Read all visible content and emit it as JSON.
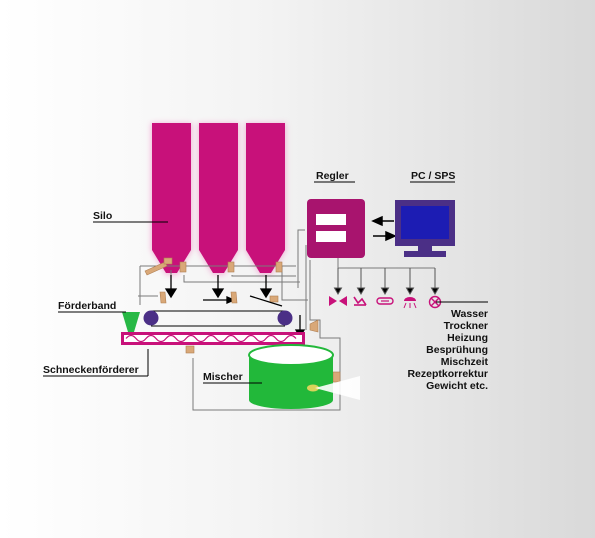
{
  "labels": {
    "silo": "Silo",
    "regler": "Regler",
    "pc": "PC / SPS",
    "foerderband": "Förderband",
    "schnecke": "Schneckenförderer",
    "mischer": "Mischer"
  },
  "outputs": [
    "Wasser",
    "Trockner",
    "Heizung",
    "Besprühung",
    "Mischzeit",
    "Rezeptkorrektur",
    "Gewicht etc."
  ],
  "colors": {
    "silo": "#c8117a",
    "silo_glow": "#f0a6d0",
    "regler": "#a8146e",
    "regler_slot": "#ffffff",
    "monitor_frame": "#4b2f86",
    "monitor_screen": "#1c1cb3",
    "mixer": "#22b83a",
    "mixer_top": "#ffffff",
    "actuator": "#d9a878",
    "conveyor_roller": "#4b2f86",
    "screw_band": "#c8117a",
    "funnel": "#27b845",
    "control_icons": "#c8117a",
    "lines": "#7a7a7a",
    "arrows": "#000000"
  },
  "icons": [
    "valve-icon",
    "heater-icon",
    "resistor-icon",
    "spray-icon",
    "lamp-icon"
  ]
}
